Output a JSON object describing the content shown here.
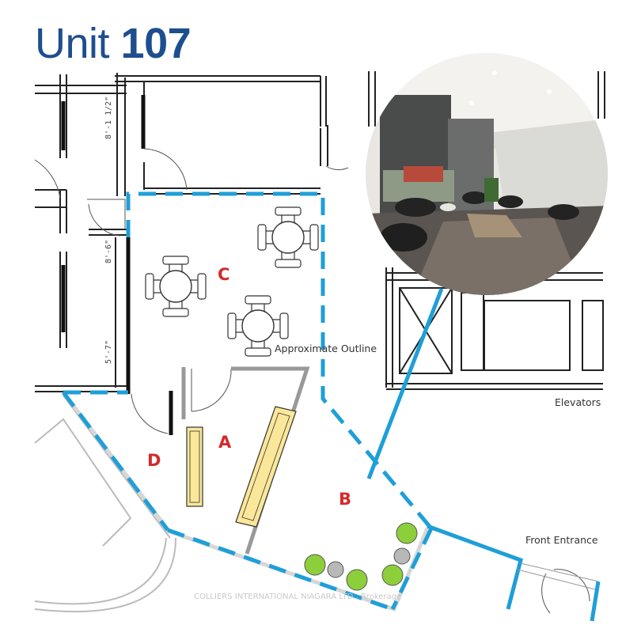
{
  "title": {
    "prefix": "Unit",
    "number": "107"
  },
  "zones": {
    "a": "A",
    "b": "B",
    "c": "C",
    "d": "D"
  },
  "labels": {
    "approx_outline": "Approximate Outline",
    "elevators": "Elevators",
    "front_entrance": "Front Entrance"
  },
  "dimensions": {
    "d1": "8'-1 1/2\"",
    "d2": "8'-6\"",
    "d3": "5'-7\""
  },
  "watermark": "COLLIERS INTERNATIONAL NIAGARA LTD., Brokerage",
  "colors": {
    "title": "#1d4e8f",
    "outline": "#1e9fd8",
    "zone_label": "#d42a2a",
    "furniture_yellow": "#fbe79a",
    "planter_green": "#8ccf3a",
    "planter_grey": "#b8b8b8"
  },
  "icons": {
    "photo": "lobby-photo-circle",
    "table": "cafe-table-icon",
    "planter": "planter-icon"
  }
}
